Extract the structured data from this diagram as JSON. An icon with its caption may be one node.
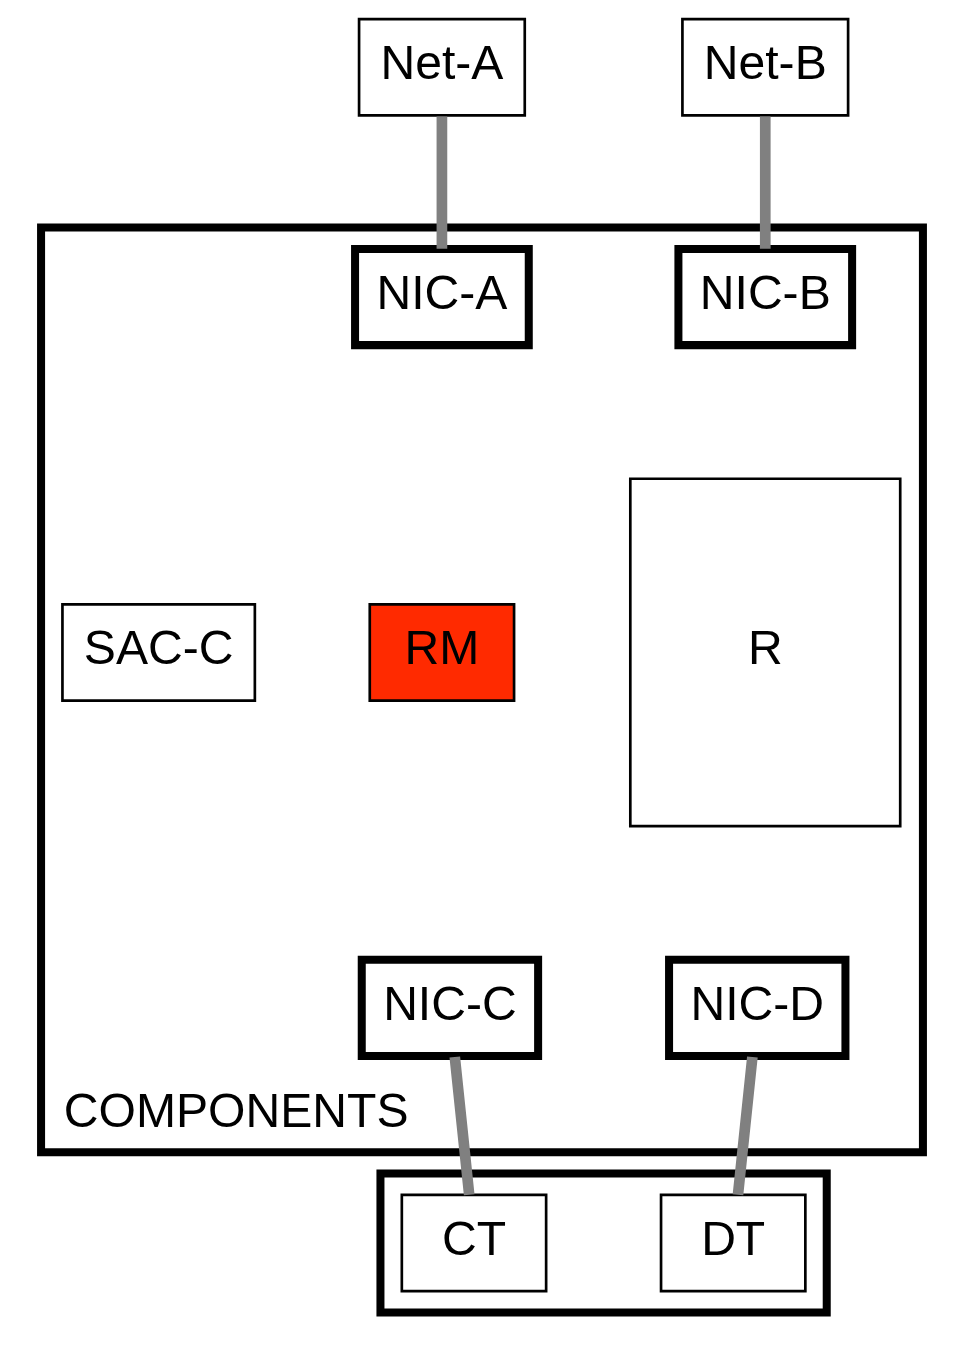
{
  "diagram": {
    "nodes": [
      {
        "text": [
          "COMPONENTS"
        ]
      },
      {
        "text": [
          "Net-A"
        ]
      },
      {
        "text": [
          "Net-B"
        ]
      },
      {
        "text": [
          "NIC-A"
        ],
        "in": 0
      },
      {
        "text": [
          "NIC-B"
        ],
        "in": 0
      },
      {
        "text": [
          "SAC-C"
        ],
        "in": 0
      },
      {
        "text": [
          "RM"
        ],
        "in": 0
      },
      {
        "text": [
          "R"
        ],
        "in": 0
      },
      {
        "text": [
          "NIC-C"
        ],
        "in": 0
      },
      {
        "text": [
          "NIC-D"
        ],
        "in": 0
      },
      {
        "text": [],
        "shape": "box"
      },
      {
        "text": [
          "CT"
        ],
        "in": 10
      },
      {
        "text": [
          "DT"
        ],
        "in": 10
      }
    ],
    "edges": [
      {
        "from": 1,
        "to": 3,
        "arrow": "none"
      },
      {
        "from": 2,
        "to": 4,
        "arrow": "none"
      },
      {
        "from": 8,
        "to": 11,
        "arrow": "none"
      },
      {
        "from": 9,
        "to": 12,
        "arrow": "none"
      }
    ]
  }
}
